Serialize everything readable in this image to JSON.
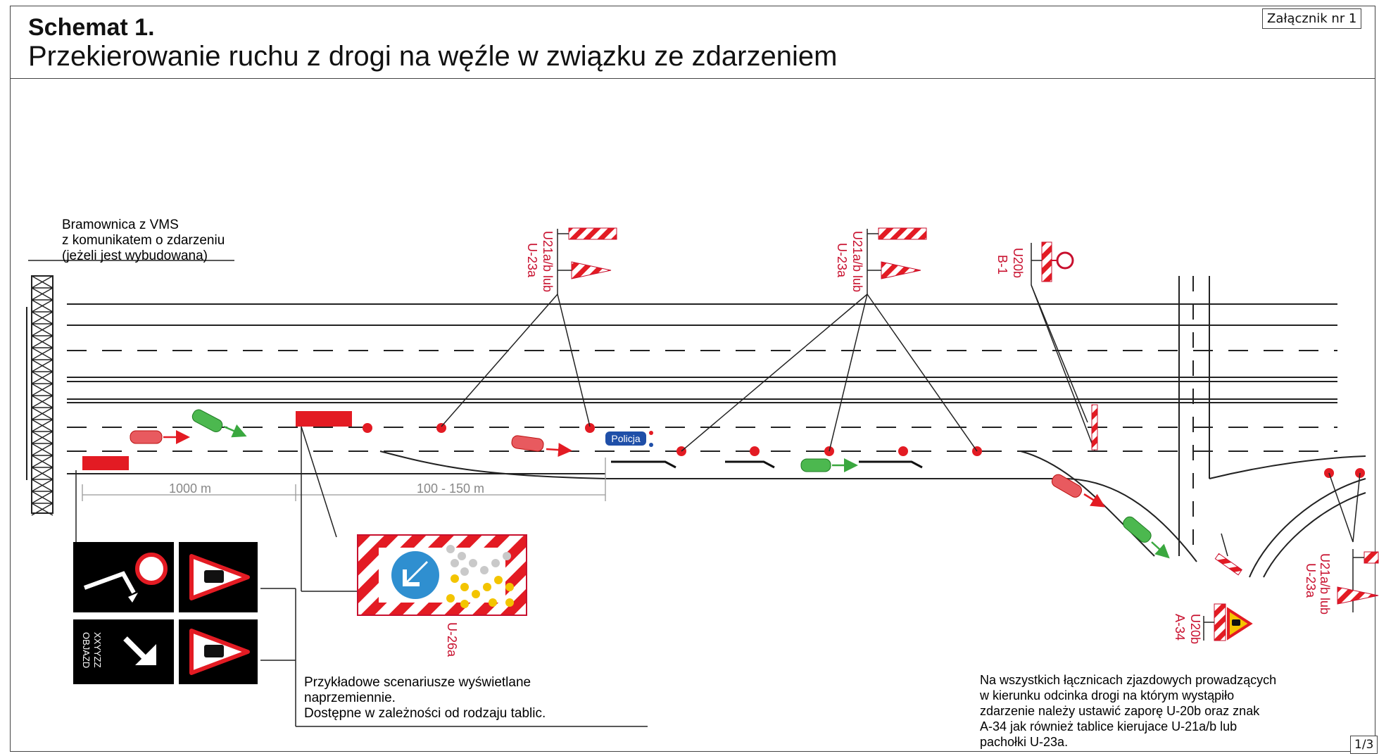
{
  "header": {
    "title": "Schemat 1.",
    "subtitle": "Przekierowanie ruchu z drogi na węźle w związku ze zdarzeniem",
    "attachment": "Załącznik nr 1",
    "page": "1/3"
  },
  "gantry_note": {
    "line1": "Bramownica z VMS",
    "line2": "z komunikatem o zdarzeniu",
    "line3": "(jeżeli jest wybudowana)"
  },
  "dimensions": {
    "first": "1000 m",
    "second": "100 - 150 m"
  },
  "sign_labels": {
    "u21_line1": "U21a/b lub",
    "u21_line2": "U-23a",
    "u20b_b1_line1": "U20b",
    "u20b_b1_line2": "B-1",
    "u26a": "U-26a",
    "u20b_a34_line1": "U20b",
    "u20b_a34_line2": "A-34",
    "detour": "OBJAZD",
    "detour_code": "XXYYZZ",
    "police": "Policja"
  },
  "vms_note": {
    "line1": "Przykładowe scenariusze wyświetlane",
    "line2": "naprzemiennie.",
    "line3": "Dostępne w zależności od rodzaju tablic."
  },
  "ramp_note": {
    "line1": "Na wszystkich łącznicach zjazdowych prowadzących",
    "line2": "w kierunku odcinka drogi na którym wystąpiło",
    "line3": "zdarzenie należy ustawić zaporę U-20b oraz znak",
    "line4": "A-34 jak również tablice kierujace U-21a/b lub",
    "line5": "pachołki U-23a."
  },
  "colors": {
    "red": "#e31b23",
    "green": "#3aa83f",
    "black": "#000000",
    "police_blue": "#1f4fa8"
  }
}
